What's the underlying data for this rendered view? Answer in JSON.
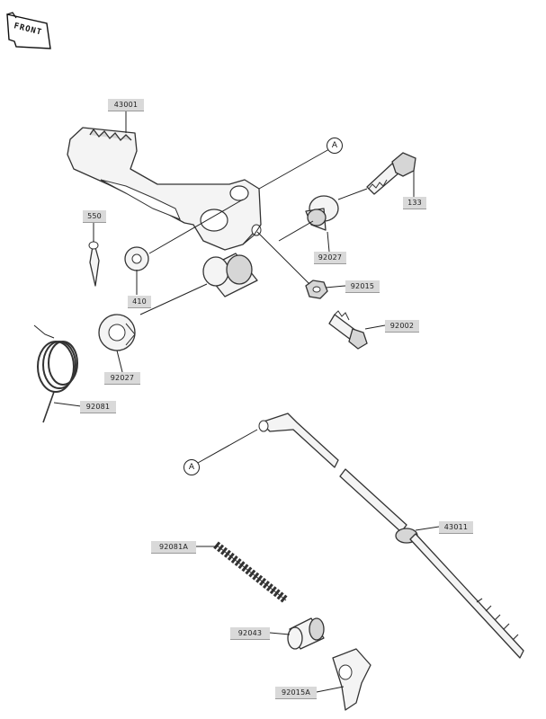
{
  "badge": {
    "front_label": "FRONT"
  },
  "reference": {
    "a_label": "A"
  },
  "parts": {
    "p43001": "43001",
    "p550": "550",
    "p410": "410",
    "p92027_upper": "92027",
    "p92027_lower": "92027",
    "p133": "133",
    "p92015": "92015",
    "p92002": "92002",
    "p92081": "92081",
    "p43011": "43011",
    "p92081A": "92081A",
    "p92043": "92043",
    "p92015A": "92015A"
  }
}
